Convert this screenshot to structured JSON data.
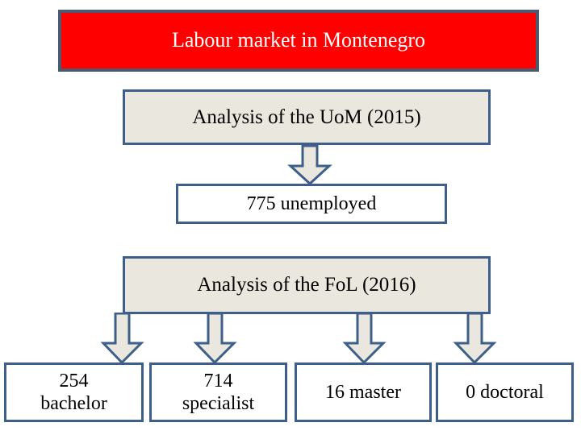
{
  "slide": {
    "title": "Labour market in Montenegro",
    "colors": {
      "title_fill": "#FF0000",
      "title_border": "#4C5A71",
      "title_text": "#FFFFFF",
      "analysis_fill": "#EAE8DE",
      "node_border": "#3E5F89",
      "result_fill": "#FFFFFF",
      "body_text": "#000000",
      "background": "#FFFFFF"
    }
  },
  "flow": {
    "analysis_uom": "Analysis of the UoM (2015)",
    "unemployed": "775 unemployed",
    "analysis_fol": "Analysis of the FoL (2016)",
    "outcomes": [
      {
        "count": "254",
        "label": "bachelor",
        "text": "254\nbachelor"
      },
      {
        "count": "714",
        "label": "specialist",
        "text": "714\nspecialist"
      },
      {
        "count": "16",
        "label": "master",
        "text": "16 master"
      },
      {
        "count": "0",
        "label": "doctoral",
        "text": "0 doctoral"
      }
    ]
  },
  "chart_data": {
    "type": "diagram",
    "title": "Labour market in Montenegro",
    "nodes": [
      {
        "id": "title",
        "text": "Labour market in Montenegro",
        "level": 0
      },
      {
        "id": "uom",
        "text": "Analysis of the UoM (2015)",
        "level": 1
      },
      {
        "id": "unemployed",
        "text": "775 unemployed",
        "level": 2,
        "value": 775
      },
      {
        "id": "fol",
        "text": "Analysis of the FoL (2016)",
        "level": 3
      },
      {
        "id": "bachelor",
        "text": "254 bachelor",
        "level": 4,
        "value": 254
      },
      {
        "id": "specialist",
        "text": "714 specialist",
        "level": 4,
        "value": 714
      },
      {
        "id": "master",
        "text": "16 master",
        "level": 4,
        "value": 16
      },
      {
        "id": "doctoral",
        "text": "0 doctoral",
        "level": 4,
        "value": 0
      }
    ],
    "edges": [
      {
        "from": "uom",
        "to": "unemployed"
      },
      {
        "from": "fol",
        "to": "bachelor"
      },
      {
        "from": "fol",
        "to": "specialist"
      },
      {
        "from": "fol",
        "to": "master"
      },
      {
        "from": "fol",
        "to": "doctoral"
      }
    ]
  }
}
